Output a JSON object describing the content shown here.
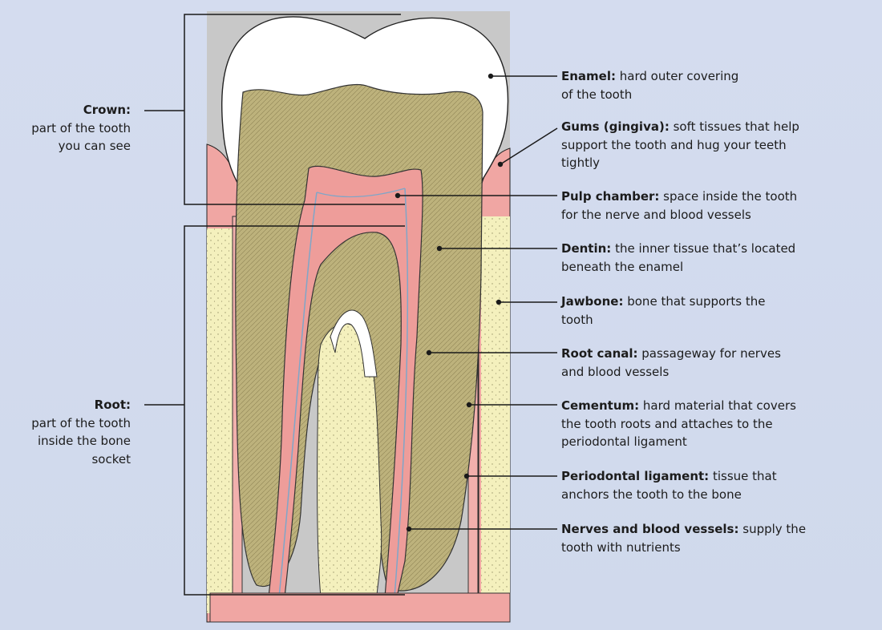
{
  "labels": {
    "crown": {
      "term": "Crown:",
      "desc_line1": "part of the tooth",
      "desc_line2": "you can see"
    },
    "root": {
      "term": "Root:",
      "desc_line1": "part of the tooth",
      "desc_line2": "inside the bone",
      "desc_line3": "socket"
    },
    "enamel": {
      "term": "Enamel:",
      "desc_line1": " hard outer covering",
      "desc_line2": "of the tooth"
    },
    "gums": {
      "term": "Gums (gingiva):",
      "desc_line1": " soft tissues that help",
      "desc_line2": "support the tooth and hug your teeth",
      "desc_line3": "tightly"
    },
    "pulp_chamber": {
      "term": "Pulp chamber:",
      "desc_line1": " space inside the tooth",
      "desc_line2": "for the nerve and blood vessels"
    },
    "dentin": {
      "term": "Dentin:",
      "desc_line1": " the inner tissue that’s located",
      "desc_line2": "beneath the enamel"
    },
    "jawbone": {
      "term": "Jawbone:",
      "desc_line1": " bone that supports the",
      "desc_line2": "tooth"
    },
    "root_canal": {
      "term": "Root canal:",
      "desc_line1": " passageway for nerves",
      "desc_line2": "and blood vessels"
    },
    "cementum": {
      "term": "Cementum:",
      "desc_line1": " hard material that covers",
      "desc_line2": "the tooth roots and attaches to the",
      "desc_line3": "periodontal ligament"
    },
    "periodontal": {
      "term": "Periodontal ligament:",
      "desc_line1": " tissue that",
      "desc_line2": "anchors the tooth to the bone"
    },
    "nerves": {
      "term": "Nerves and blood vessels:",
      "desc_line1": " supply the",
      "desc_line2": "tooth with nutrients"
    }
  },
  "colors": {
    "background": "#d3dcee",
    "panel": "#c9c9c9",
    "gum": "#f0a3a0",
    "pulp": "#ec9b98",
    "dentin": "#b9ae78",
    "enamel": "#ffffff",
    "bone": "#f3f0bb",
    "vessel": "#7fa6c8",
    "line": "#1a1a1a"
  }
}
